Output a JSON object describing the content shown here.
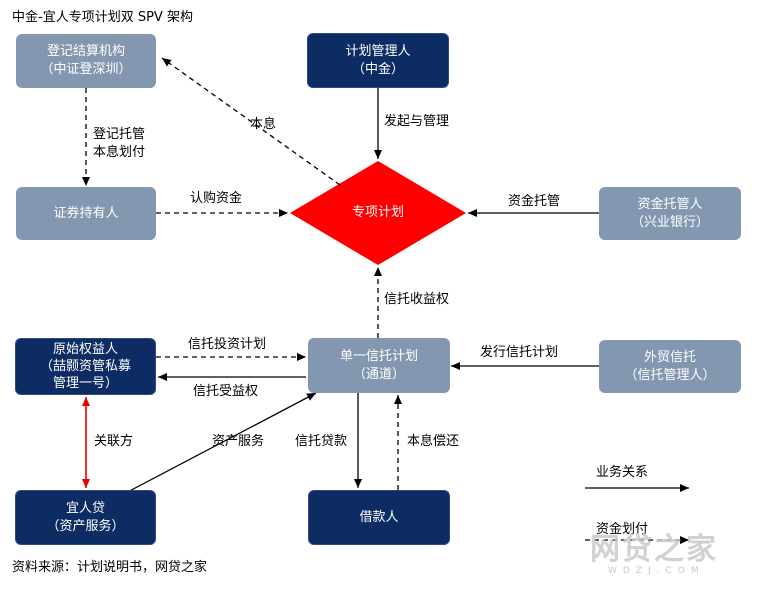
{
  "title": "中金-宜人专项计划双 SPV 架构",
  "source": "资料来源：计划说明书，网贷之家",
  "nodes": {
    "registry": {
      "line1": "登记结算机构",
      "line2": "（中证登深圳）"
    },
    "manager": {
      "line1": "计划管理人",
      "line2": "（中金）"
    },
    "holder": {
      "line1": "证券持有人"
    },
    "plan": {
      "line1": "专项计划"
    },
    "custodian": {
      "line1": "资金托管人",
      "line2": "（兴业银行）"
    },
    "originator": {
      "line1": "原始权益人",
      "line2": "（喆颢资管私募",
      "line3": "管理一号）"
    },
    "trust": {
      "line1": "单一信托计划",
      "line2": "（通道）"
    },
    "trustee": {
      "line1": "外贸信托",
      "line2": "（信托管理人）"
    },
    "yirendai": {
      "line1": "宜人贷",
      "line2": "（资产服务）"
    },
    "borrower": {
      "line1": "借款人"
    }
  },
  "edge_labels": {
    "principal_interest": "本息",
    "initiate_manage": "发起与管理",
    "register_custody_1": "登记托管",
    "register_custody_2": "本息划付",
    "subscribe": "认购资金",
    "fund_custody": "资金托管",
    "trust_income_right": "信托收益权",
    "trust_invest_plan": "信托投资计划",
    "trust_beneficial_right": "信托受益权",
    "issue_trust_plan": "发行信托计划",
    "related_party": "关联方",
    "asset_service": "资产服务",
    "trust_loan": "信托贷款",
    "repayment": "本息偿还"
  },
  "legend": {
    "business": "业务关系",
    "funds": "资金划付"
  },
  "watermark": {
    "main": "网贷之家",
    "sub": "WDZJ.COM"
  },
  "colors": {
    "gray_box": "#8497b0",
    "navy_box": "#0d2c63",
    "diamond": "#ff0000",
    "related_arrow": "#e60000"
  }
}
